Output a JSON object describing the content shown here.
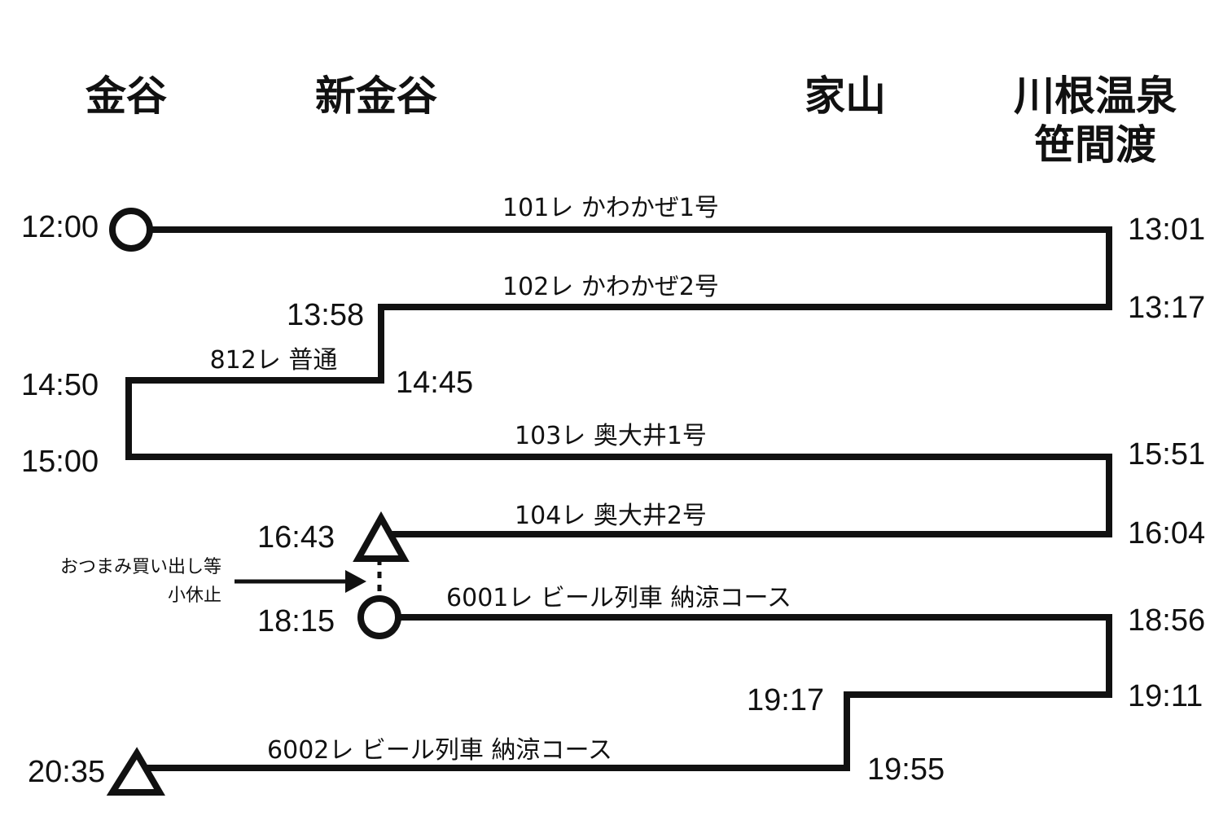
{
  "stations": {
    "kanaya": "金谷",
    "shinkanaya": "新金谷",
    "iyama": "家山",
    "kawane_line1": "川根温泉",
    "kawane_line2": "笹間渡"
  },
  "times": {
    "t1200": "12:00",
    "t1301": "13:01",
    "t1317": "13:17",
    "t1358": "13:58",
    "t1445": "14:45",
    "t1450": "14:50",
    "t1500": "15:00",
    "t1551": "15:51",
    "t1604": "16:04",
    "t1643": "16:43",
    "t1815": "18:15",
    "t1856": "18:56",
    "t1911": "19:11",
    "t1917": "19:17",
    "t1955": "19:55",
    "t2035": "20:35"
  },
  "trains": {
    "tr101": "101レ かわかぜ1号",
    "tr102": "102レ かわかぜ2号",
    "tr812": "812レ 普通",
    "tr103": "103レ 奥大井1号",
    "tr104": "104レ 奥大井2号",
    "tr6001": "6001レ ビール列車 納涼コース",
    "tr6002": "6002レ ビール列車 納涼コース"
  },
  "note": {
    "line1": "おつまみ買い出し等",
    "line2": "小休止"
  },
  "legend_shapes": {
    "start": "circle-marker",
    "end": "triangle-marker"
  }
}
